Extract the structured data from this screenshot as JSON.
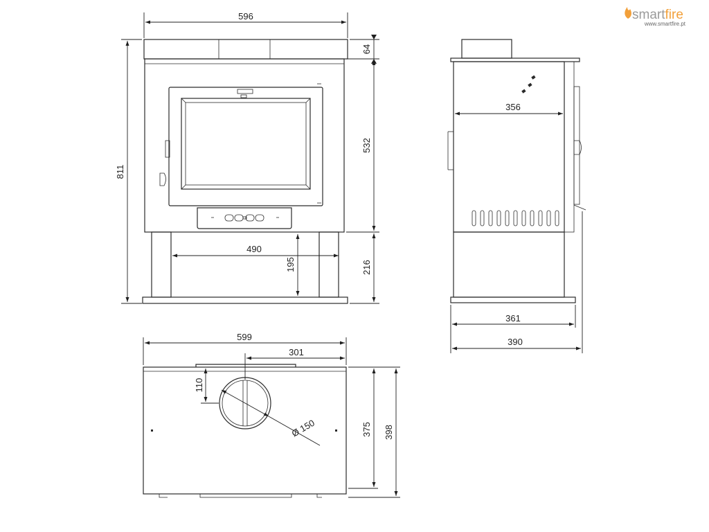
{
  "brand": {
    "name_prefix": "smart",
    "name_suffix": "fire",
    "url": "www.smartfire.pt",
    "colors": {
      "flame": "#f2a03a",
      "prefix": "#9b9b9b",
      "suffix": "#f2a03a"
    }
  },
  "dimensions": {
    "front": {
      "width_top": "596",
      "top_height": "64",
      "total_height": "811",
      "body_height": "532",
      "legs_gap": "490",
      "leg_height": "195",
      "base_height": "216"
    },
    "side": {
      "width_body": "356",
      "width_base": "361",
      "width_total": "390"
    },
    "top": {
      "width": "599",
      "flue_offset_x": "301",
      "flue_offset_y": "110",
      "flue_diameter": "Ø 150",
      "depth_body": "375",
      "depth_total": "398"
    }
  }
}
